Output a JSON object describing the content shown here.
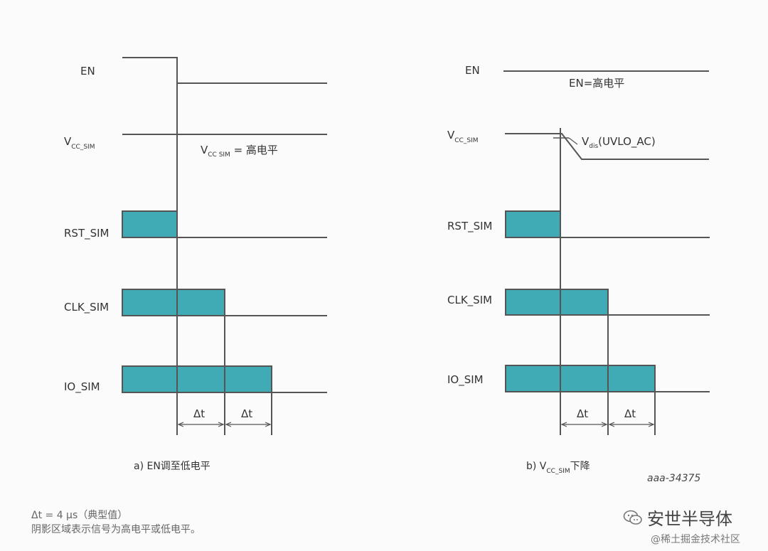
{
  "colors": {
    "signal_fill": "#40abb5",
    "line": "#555555",
    "background": "#fbfbfb"
  },
  "left_panel": {
    "labels": {
      "en": "EN",
      "vcc_main": "V",
      "vcc_sub": "CC_SIM",
      "rst": "RST_SIM",
      "clk": "CLK_SIM",
      "io": "IO_SIM"
    },
    "vcc_note_main": "V",
    "vcc_note_sub": "CC SIM",
    "vcc_note_rest": " = 高电平",
    "dt1": "Δt",
    "dt2": "Δt",
    "caption": "a) EN调至低电平"
  },
  "right_panel": {
    "labels": {
      "en": "EN",
      "vcc_main": "V",
      "vcc_sub": "CC_SIM",
      "rst": "RST_SIM",
      "clk": "CLK_SIM",
      "io": "IO_SIM"
    },
    "en_note": "EN=高电平",
    "vdis_main": "V",
    "vdis_sub": "dis",
    "vdis_rest": "(UVLO_AC)",
    "dt1": "Δt",
    "dt2": "Δt",
    "caption_prefix": "b) V",
    "caption_sub": "CC_SIM",
    "caption_suffix": "下降"
  },
  "figure_ref": "aaa-34375",
  "notes": {
    "line1": "Δt = 4 µs（典型值）",
    "line2": "阴影区域表示信号为高电平或低电平。"
  },
  "watermark": {
    "brand": "安世半导体",
    "community": "@稀土掘金技术社区",
    "icon": "wechat-icon"
  }
}
